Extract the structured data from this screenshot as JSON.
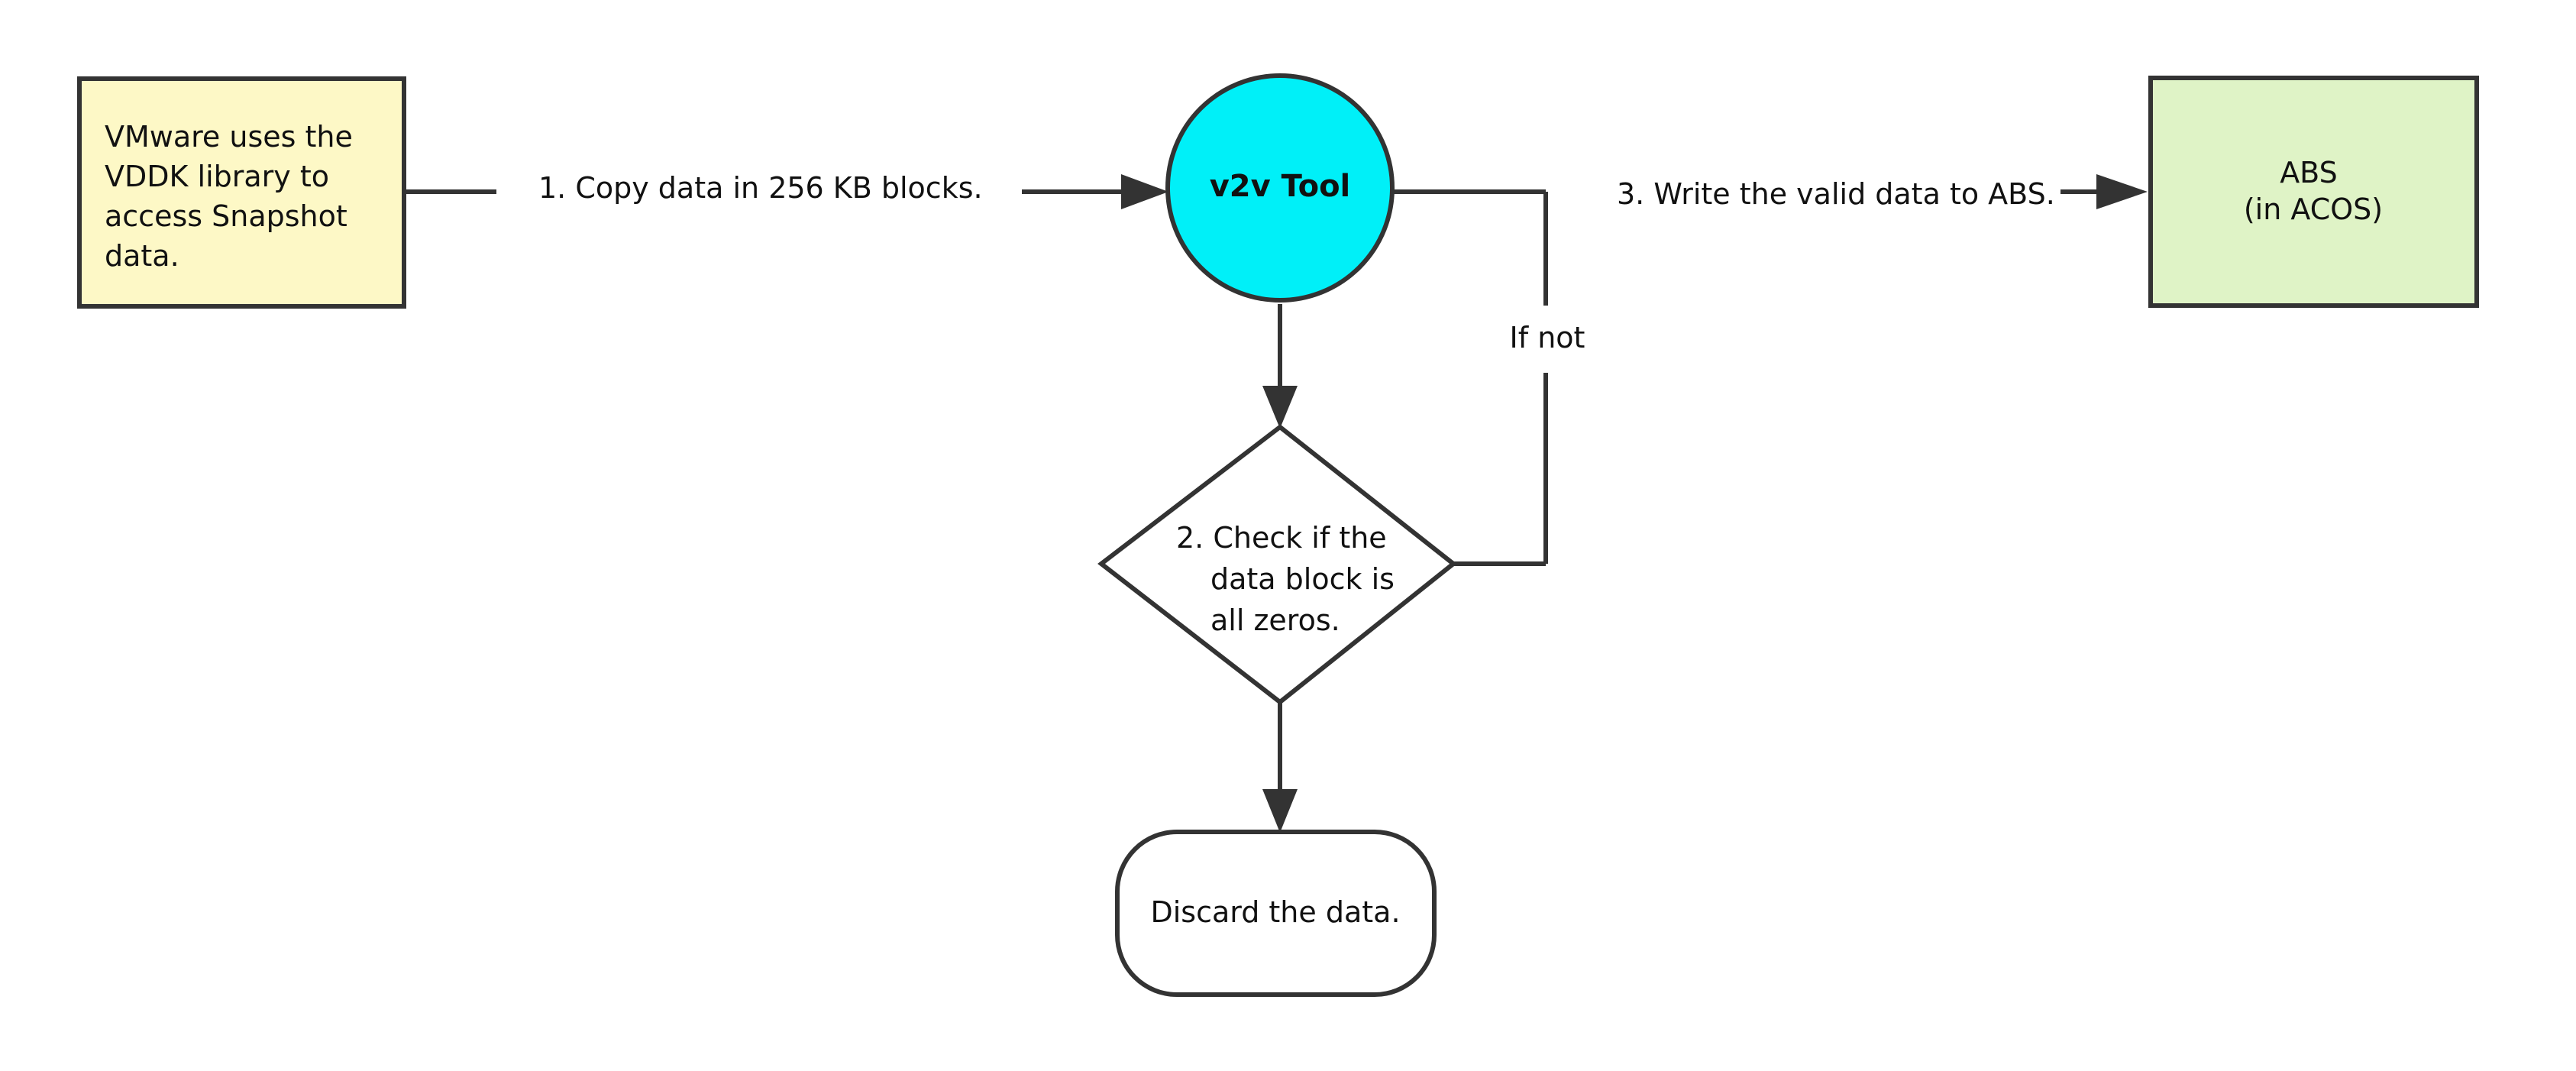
{
  "nodes": {
    "vmware": {
      "lines": [
        "VMware uses the",
        "VDDK library to",
        "access Snapshot",
        "data."
      ],
      "fill": "#fdf8c6"
    },
    "v2v_tool": {
      "label": "v2v Tool",
      "fill": "#00f0f8"
    },
    "check": {
      "lines": [
        "2. Check if the",
        "data block is",
        "all zeros."
      ]
    },
    "abs": {
      "lines": [
        "ABS",
        "(in ACOS)"
      ],
      "fill": "#dff3c6"
    },
    "discard": {
      "label": "Discard the data."
    }
  },
  "edges": {
    "copy_label": "1. Copy data in 256 KB blocks.",
    "write_label": "3. Write the valid data to ABS.",
    "if_not_label": "If not"
  },
  "colors": {
    "stroke": "#333333",
    "text": "#111111"
  }
}
